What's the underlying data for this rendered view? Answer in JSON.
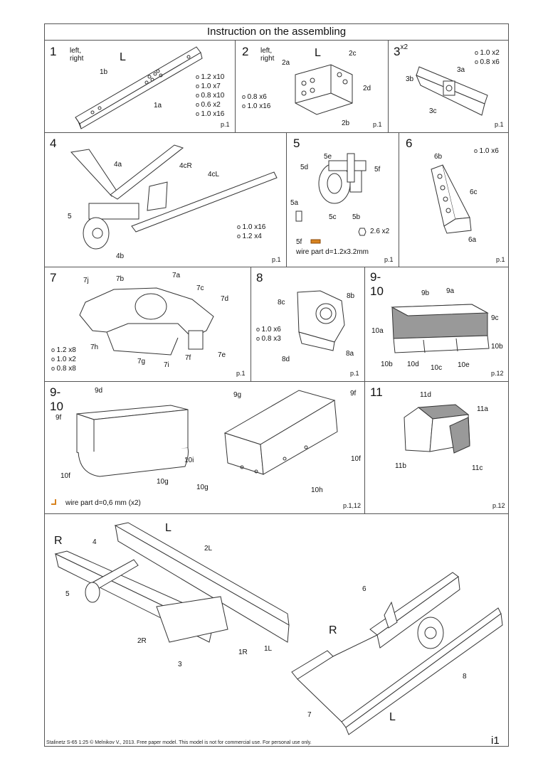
{
  "title": "Instruction on the assembling",
  "steps": {
    "s1": {
      "num": "1",
      "sub": "left,\nright",
      "side": "L",
      "labels": [
        "1b",
        "1a"
      ],
      "parts": [
        "1.2 x10",
        "1.0 x7",
        "0.8 x10",
        "0.6 x2",
        "1.0 x16"
      ],
      "page": "p.1"
    },
    "s2": {
      "num": "2",
      "sub": "left,\nright",
      "side": "L",
      "labels": [
        "2a",
        "2c",
        "2d",
        "2b"
      ],
      "parts": [
        "0.8 x6",
        "1.0 x16"
      ],
      "page": "p.1"
    },
    "s3": {
      "num": "3",
      "qty": "x2",
      "labels": [
        "3a",
        "3b",
        "3c"
      ],
      "parts": [
        "1.0 x2",
        "0.8 x6"
      ],
      "page": "p.1"
    },
    "s4": {
      "num": "4",
      "labels": [
        "4a",
        "4cR",
        "4cL",
        "5",
        "4b"
      ],
      "parts": [
        "1.0 x16",
        "1.2 x4"
      ],
      "page": "p.1"
    },
    "s5": {
      "num": "5",
      "labels": [
        "5e",
        "5d",
        "5f",
        "5a",
        "5c",
        "5b"
      ],
      "hex": "2.6 x2",
      "wire_label": "5f",
      "wire": "wire part d=1.2x3.2mm",
      "page": "p.1"
    },
    "s6": {
      "num": "6",
      "labels": [
        "6b",
        "6c",
        "6a"
      ],
      "parts": [
        "1.0 x6"
      ],
      "page": "p.1"
    },
    "s7": {
      "num": "7",
      "labels": [
        "7j",
        "7b",
        "7a",
        "7c",
        "7d",
        "7h",
        "7g",
        "7i",
        "7f",
        "7e"
      ],
      "parts": [
        "1.2 x8",
        "1.0 x2",
        "0.8 x8"
      ],
      "page": "p.1"
    },
    "s8": {
      "num": "8",
      "labels": [
        "8c",
        "8b",
        "8a",
        "8d"
      ],
      "parts": [
        "1.0 x6",
        "0.8 x3"
      ],
      "page": "p.1"
    },
    "s9a": {
      "num": "9-10",
      "labels": [
        "9b",
        "9a",
        "9c",
        "10a",
        "10b",
        "10b",
        "10d",
        "10c",
        "10e"
      ],
      "page": "p.12"
    },
    "s9b": {
      "num": "9-10",
      "labels": [
        "9d",
        "9f",
        "10i",
        "10f",
        "10g",
        "9g",
        "9f",
        "10f",
        "10g",
        "10h"
      ],
      "wire": "wire part d=0,6 mm  (x2)",
      "page": "p.1,12"
    },
    "s11": {
      "num": "11",
      "labels": [
        "11d",
        "11a",
        "11b",
        "11c"
      ],
      "page": "p.12"
    },
    "final": {
      "side_r": "R",
      "side_l": "L",
      "labels": [
        "4",
        "2L",
        "5",
        "2R",
        "1R",
        "1L",
        "3",
        "6",
        "8",
        "7"
      ],
      "side_r2": "R",
      "side_l2": "L"
    }
  },
  "footer": "Stalinetz S-65  1:25  © Melnikov V., 2013. Free paper model. This model is not for commercial use. For personal use only.",
  "page_number": "i1"
}
